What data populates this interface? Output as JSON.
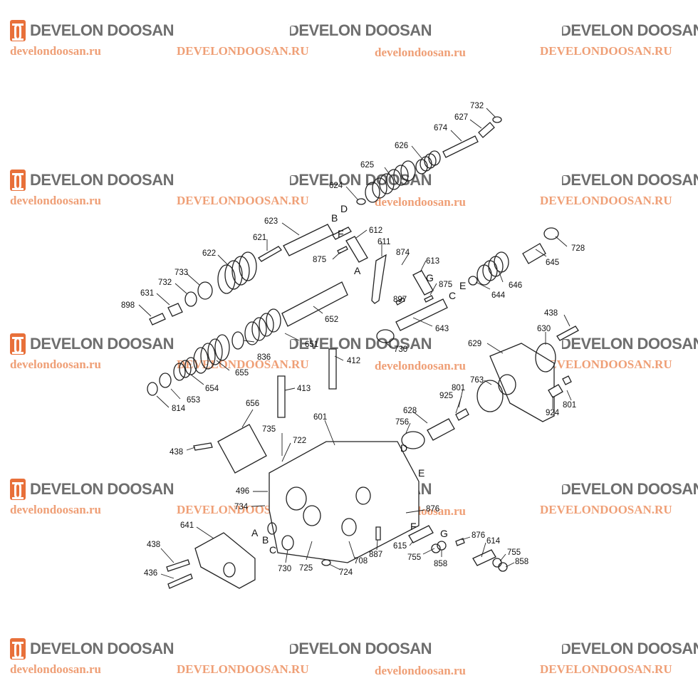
{
  "watermark": {
    "brand": "DEVELON DOOSAN",
    "site_lower": "develondoosan.ru",
    "site_upper": "DEVELONDOOSAN.RU"
  },
  "part_labels": {
    "p732a": "732",
    "p627": "627",
    "p674": "674",
    "p626": "626",
    "p625": "625",
    "p624": "624",
    "p623": "623",
    "p612": "612",
    "p611": "611",
    "p621": "621",
    "p875a": "875",
    "p874": "874",
    "p613": "613",
    "p622": "622",
    "p733": "733",
    "p732b": "732",
    "p631": "631",
    "p898": "898",
    "p652": "652",
    "p897": "897",
    "p875b": "875",
    "p643": "643",
    "p646": "646",
    "p644": "644",
    "p645": "645",
    "p728": "728",
    "p438a": "438",
    "p630": "630",
    "p629": "629",
    "p836": "836",
    "p651": "651",
    "p730a": "730",
    "p655": "655",
    "p654": "654",
    "p653": "653",
    "p814": "814",
    "p412": "412",
    "p413": "413",
    "p763": "763",
    "p801a": "801",
    "p925": "925",
    "p924": "924",
    "p801b": "801",
    "p628": "628",
    "p656": "656",
    "p601": "601",
    "p735": "735",
    "p722": "722",
    "p756": "756",
    "p438b": "438",
    "p496": "496",
    "p734": "734",
    "p876a": "876",
    "p641": "641",
    "p887": "887",
    "p615": "615",
    "p755a": "755",
    "p858a": "858",
    "p876b": "876",
    "p614": "614",
    "p755b": "755",
    "p858b": "858",
    "p730b": "730",
    "p725": "725",
    "p708": "708",
    "p724": "724",
    "p438c": "438",
    "p436": "436"
  },
  "letter_labels": {
    "A1": "A",
    "B1": "B",
    "C1": "C",
    "D1": "D",
    "E1": "E",
    "F1": "F",
    "G1": "G",
    "A2": "A",
    "B2": "B",
    "C2": "C",
    "D2": "D",
    "E2": "E",
    "F2": "F",
    "G2": "G"
  }
}
